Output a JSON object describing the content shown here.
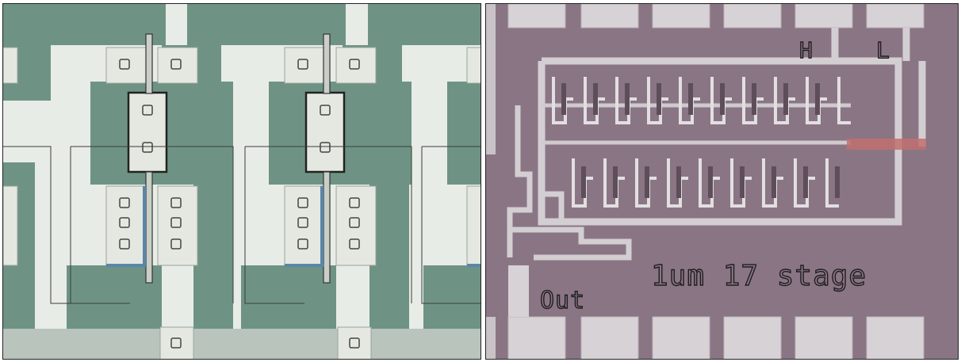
{
  "left_image": {
    "description_hidden": "",
    "colors": {
      "background": "#e8ece6",
      "metal_green": "#6e9384",
      "contact_box": "#dfe3dc",
      "gate": "#2b2b2b",
      "diffusion_blue": "#5a86a8"
    }
  },
  "right_image": {
    "colors": {
      "substrate": "#8a7585",
      "metal": "#c8c3c6",
      "pad": "#d7d2d5",
      "red_trace": "#c07070"
    },
    "labels": {
      "main": "1um 17 stage",
      "out": "Out",
      "h": "H",
      "l": "L"
    }
  }
}
